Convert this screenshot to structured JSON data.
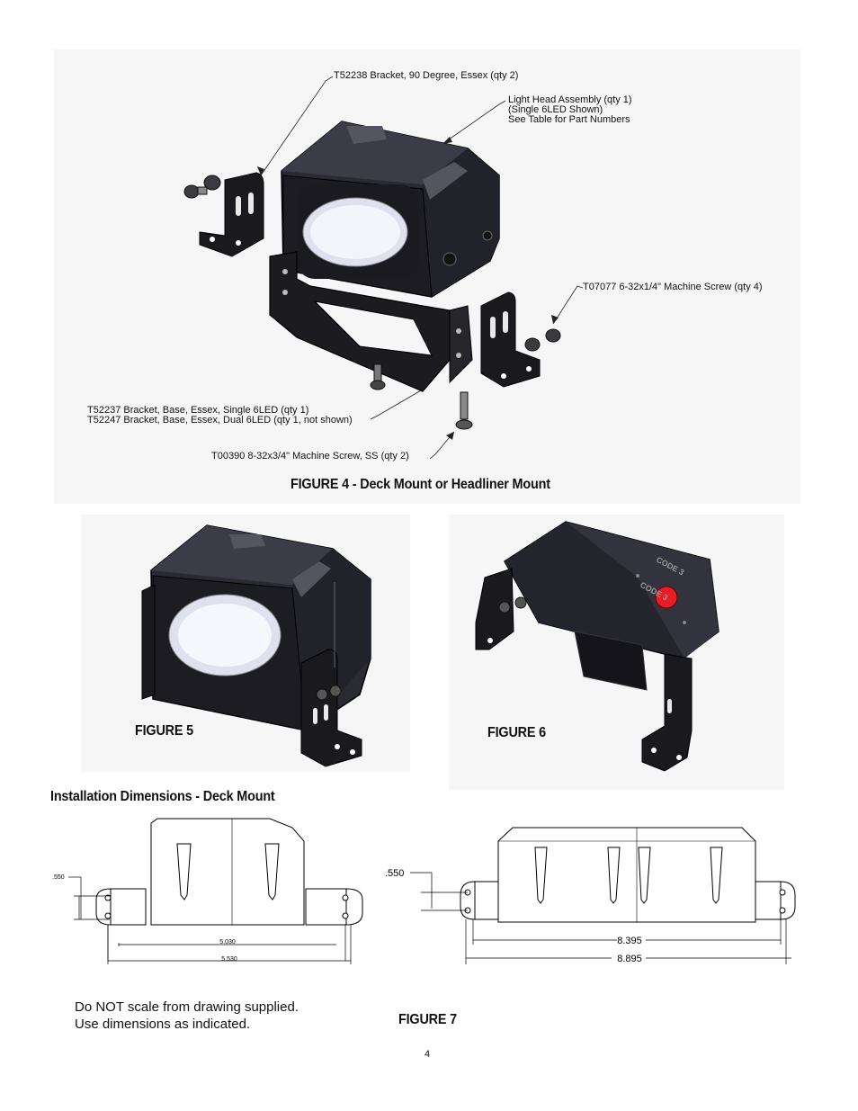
{
  "figure4": {
    "callouts": {
      "bracket_90": "T52238 Bracket, 90 Degree, Essex (qty 2)",
      "light_head_line1": "Light Head Assembly (qty 1)",
      "light_head_line2": "(Single 6LED Shown)",
      "light_head_line3": "See Table for Part Numbers",
      "screw_6_32": "T07077 6-32x1/4\" Machine Screw (qty 4)",
      "base_single": "T52237 Bracket, Base, Essex, Single 6LED (qty 1)",
      "base_dual": "T52247 Bracket, Base, Essex, Dual 6LED (qty 1, not shown)",
      "screw_8_32": "T00390  8-32x3/4\" Machine Screw, SS (qty 2)"
    },
    "caption": "FIGURE 4 - Deck Mount or Headliner Mount"
  },
  "figure5": {
    "caption": "FIGURE 5"
  },
  "figure6": {
    "caption": "FIGURE 6",
    "label_text": "CODE 3"
  },
  "section": {
    "heading": "Installation Dimensions - Deck Mount"
  },
  "figure7": {
    "caption": "FIGURE 7",
    "single": {
      "height_dim": ".550",
      "inner_width": "5.030",
      "outer_width": "5.530"
    },
    "dual": {
      "height_dim": ".550",
      "inner_width": "8.395",
      "outer_width": "8.895"
    }
  },
  "notes": {
    "line1": "Do NOT scale from drawing supplied.",
    "line2": "Use dimensions as indicated."
  },
  "page_number": "4"
}
